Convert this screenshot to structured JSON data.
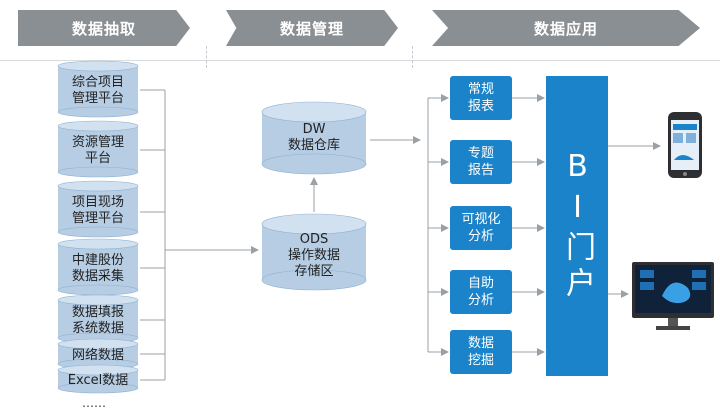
{
  "headers": [
    "数据抽取",
    "数据管理",
    "数据应用"
  ],
  "sources": [
    {
      "label": "综合项目\n管理平台"
    },
    {
      "label": "资源管理\n平台"
    },
    {
      "label": "项目现场\n管理平台"
    },
    {
      "label": "中建股份\n数据采集"
    },
    {
      "label": "数据填报\n系统数据"
    },
    {
      "label": "网络数据"
    },
    {
      "label": "Excel数据"
    }
  ],
  "more": "……",
  "management": {
    "dw": "DW\n数据仓库",
    "ods": "ODS\n操作数据\n存储区"
  },
  "applications": [
    "常规\n报表",
    "专题\n报告",
    "可视化\n分析",
    "自助\n分析",
    "数据\n挖掘"
  ],
  "portal": "BI门户",
  "colors": {
    "header": "#8a8f93",
    "accent": "#1b83c9",
    "cylinder": "#b6cde3",
    "line": "#9aa0a6"
  },
  "icons": [
    "phone-icon",
    "monitor-icon"
  ]
}
